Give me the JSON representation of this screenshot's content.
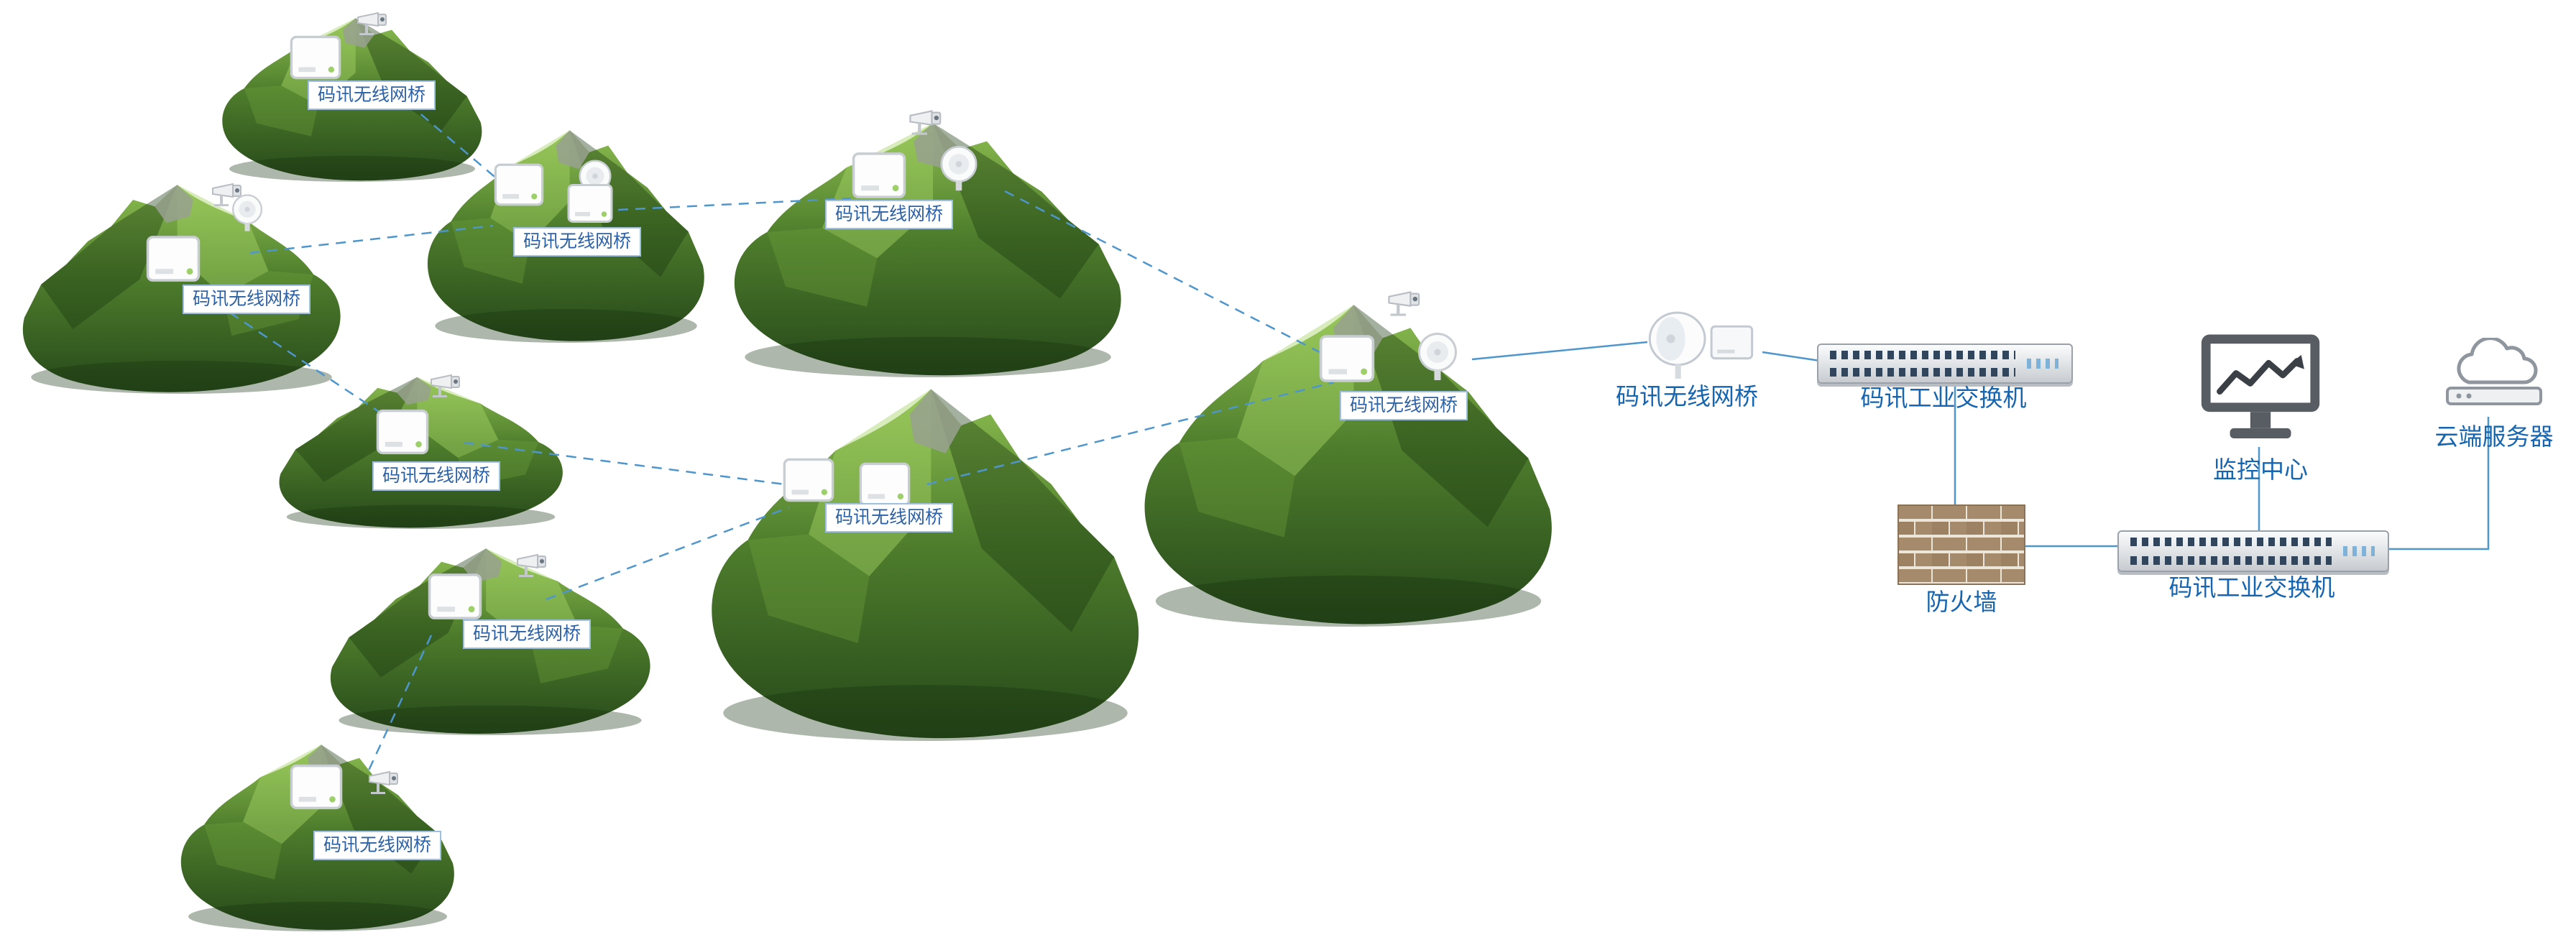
{
  "colors": {
    "connection_line": "#4e96cc",
    "node_label_text": "#2e62a6",
    "node_label_border": "#9cc0de",
    "equipment_label_text": "#1565b0"
  },
  "mountains": [
    {
      "id": "mountain-1",
      "label": "码讯无线网桥"
    },
    {
      "id": "mountain-2",
      "label": "码讯无线网桥"
    },
    {
      "id": "mountain-3",
      "label": "码讯无线网桥"
    },
    {
      "id": "mountain-4",
      "label": "码讯无线网桥"
    },
    {
      "id": "mountain-5",
      "label": "码讯无线网桥"
    },
    {
      "id": "mountain-6",
      "label": "码讯无线网桥"
    },
    {
      "id": "mountain-7",
      "label": "码讯无线网桥"
    },
    {
      "id": "mountain-8",
      "label": "码讯无线网桥"
    },
    {
      "id": "mountain-9",
      "label": "码讯无线网桥"
    }
  ],
  "equipment": {
    "standalone_bridge": {
      "label": "码讯无线网桥"
    },
    "switch_top": {
      "label": "码讯工业交换机"
    },
    "firewall": {
      "label": "防火墙"
    },
    "switch_bottom": {
      "label": "码讯工业交换机"
    },
    "monitor_center": {
      "label": "监控中心"
    },
    "cloud_server": {
      "label": "云端服务器"
    }
  },
  "connections": [
    {
      "from": "mountain-1",
      "to": "mountain-3",
      "type": "wireless"
    },
    {
      "from": "mountain-2",
      "to": "mountain-3",
      "type": "wireless"
    },
    {
      "from": "mountain-3",
      "to": "mountain-4",
      "type": "wireless"
    },
    {
      "from": "mountain-4",
      "to": "mountain-9",
      "type": "wireless"
    },
    {
      "from": "mountain-2",
      "to": "mountain-5",
      "type": "wireless"
    },
    {
      "from": "mountain-5",
      "to": "mountain-6",
      "type": "wireless"
    },
    {
      "from": "mountain-6",
      "to": "mountain-9",
      "type": "wireless"
    },
    {
      "from": "mountain-7",
      "to": "mountain-6",
      "type": "wireless"
    },
    {
      "from": "mountain-7",
      "to": "mountain-8",
      "type": "wireless"
    },
    {
      "from": "mountain-9",
      "to": "standalone-bridge",
      "type": "wired"
    },
    {
      "from": "standalone-bridge",
      "to": "switch-top",
      "type": "wired"
    },
    {
      "from": "switch-top",
      "to": "firewall",
      "type": "wired"
    },
    {
      "from": "firewall",
      "to": "switch-bottom",
      "type": "wired"
    },
    {
      "from": "switch-bottom",
      "to": "monitor-center",
      "type": "wired"
    },
    {
      "from": "switch-bottom",
      "to": "cloud-server",
      "type": "wired"
    }
  ]
}
